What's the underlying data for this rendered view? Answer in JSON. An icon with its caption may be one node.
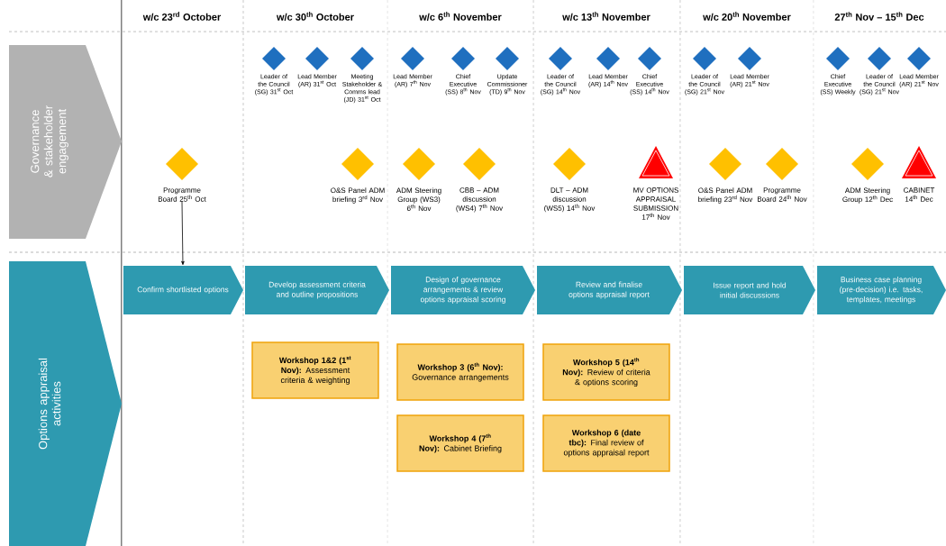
{
  "diagram": {
    "nodes": [
      {
        "text": [
          "Governance & stakeholder engagement"
        ]
      },
      {
        "text": [
          "Leader of the Council (SG) 31$^{st}$ Oct"
        ]
      },
      {
        "text": [
          "Lead Member (AR) 31$^{st}$ Oct"
        ]
      },
      {
        "text": [
          "Meeting Stakeholder & Comms lead (JD) 31$^{st}$ Oct"
        ]
      },
      {
        "text": [
          "Lead Member (AR) 7$^{th}$ Nov"
        ]
      },
      {
        "text": [
          "Chief Executive (SS) 8$^{th}$ Nov"
        ]
      },
      {
        "text": [
          "Update Commissioner (TD) 9$^{th}$ Nov"
        ]
      },
      {
        "text": [
          "Leader of the Council (SG) 14$^{th}$ Nov"
        ]
      },
      {
        "text": [
          "Lead Member (AR) 14$^{th}$ Nov"
        ]
      },
      {
        "text": [
          "Chief Executive (SS) 14$^{th}$ Nov"
        ]
      },
      {
        "text": [
          "Leader of the Council (SG) 21$^{st}$ Nov"
        ]
      },
      {
        "text": [
          "Lead Member (AR) 21$^{st}$ Nov"
        ]
      },
      {
        "text": [
          "Chief Executive (SS) Weekly"
        ]
      },
      {
        "text": [
          "Leader of the Council (SG) 21$^{st}$ Nov"
        ]
      },
      {
        "text": [
          "Lead Member (AR) 21$^{st}$ Nov"
        ]
      },
      {
        "text": [
          "Programme Board 25$^{th}$ Oct"
        ]
      },
      {
        "text": [
          "O&S Panel ADM briefing 3$^{rd}$ Nov"
        ]
      },
      {
        "text": [
          "ADM Steering Group (WS3) 6$^{th}$ Nov"
        ]
      },
      {
        "text": [
          "CBB – ADM discussion (WS4) 7$^{th}$ Nov"
        ]
      },
      {
        "text": [
          "DLT – ADM discussion (WS5) 14$^{th}$ Nov"
        ]
      },
      {
        "text": [
          "MV OPTIONS APPRAISAL SUBMISSION 17$^{th}$ Nov"
        ]
      },
      {
        "text": [
          "O&S Panel ADM briefing 23$^{rd}$ Nov"
        ]
      },
      {
        "text": [
          "Programme Board 24$^{th}$ Nov"
        ]
      },
      {
        "text": [
          "ADM Steering Group 12$^{th}$ Dec"
        ]
      },
      {
        "text": [
          "CABINET 14$^{th}$ Dec"
        ]
      },
      {
        "text": [
          "Options appraisal activities"
        ]
      },
      {
        "text": [
          "Confirm shortlisted options"
        ]
      },
      {
        "text": [
          "Develop assessment criteria and outline propositions"
        ]
      },
      {
        "text": [
          "Design of governance arrangements & review options appraisal scoring"
        ]
      },
      {
        "text": [
          "Review and finalise options appraisal report"
        ]
      },
      {
        "text": [
          "Issue report and hold initial discussions"
        ]
      },
      {
        "text": [
          "Business case planning (pre-decision) i.e. tasks, templates, meetings"
        ]
      },
      {
        "text": [
          "**Workshop 1&2 (1$^{st}$ Nov):** Assessment criteria & weighting"
        ]
      },
      {
        "text": [
          "**Workshop 3 (6$^{th}$ Nov):** Governance arrangements"
        ]
      },
      {
        "text": [
          "**Workshop 4 (7$^{th}$ Nov):** Cabinet Briefing"
        ]
      },
      {
        "text": [
          "**Workshop 5 (14$^{th}$ Nov):** Review of criteria & options scoring"
        ]
      },
      {
        "text": [
          "**Workshop 6 (date tbc):** Final review of options appraisal report"
        ]
      }
    ],
    "edges": [
      {
        "from": 15,
        "to": 26,
        "arrow": "to"
      }
    ],
    "labels": [
      "w/c 23$^{rd}$ October",
      "w/c 30$^{th}$ October",
      "w/c 6$^{th}$ November",
      "w/c 13$^{th}$ November",
      "w/c 20$^{th}$ November",
      "27$^{th}$ Nov – 15$^{th}$ Dec"
    ]
  }
}
